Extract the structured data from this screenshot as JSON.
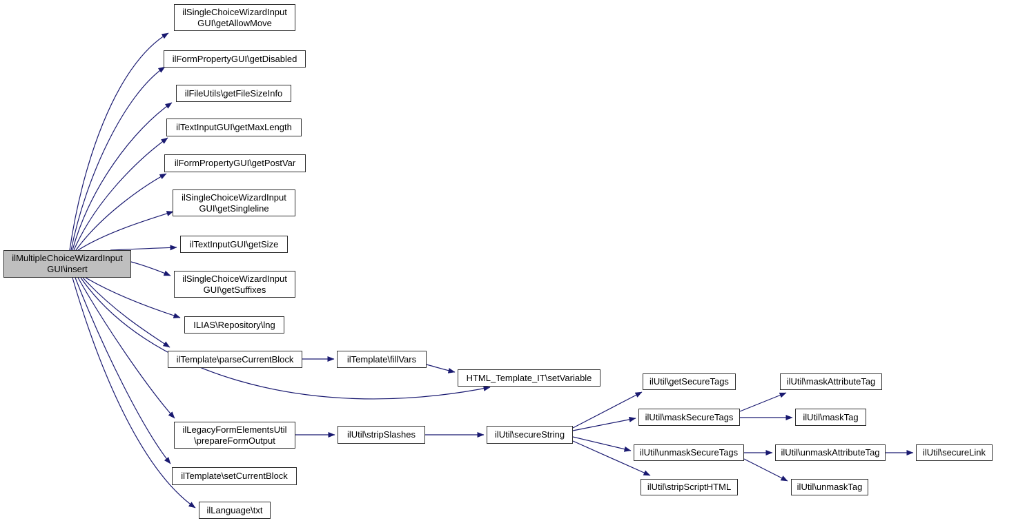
{
  "diagram": {
    "type": "doxygen-call-graph",
    "colors": {
      "edge": "#191970",
      "node_fill": "#ffffff",
      "node_border": "#2e2e2e",
      "root_fill": "#bfbfbf",
      "text": "#000000",
      "background": "#ffffff"
    },
    "root_id": "insert",
    "nodes": {
      "insert": {
        "lines": [
          "ilMultipleChoiceWizardInput",
          "GUI\\insert"
        ]
      },
      "getAllowMove": {
        "lines": [
          "ilSingleChoiceWizardInput",
          "GUI\\getAllowMove"
        ]
      },
      "getDisabled": {
        "lines": [
          "ilFormPropertyGUI\\getDisabled"
        ]
      },
      "getFileSizeInfo": {
        "lines": [
          "ilFileUtils\\getFileSizeInfo"
        ]
      },
      "getMaxLength": {
        "lines": [
          "ilTextInputGUI\\getMaxLength"
        ]
      },
      "getPostVar": {
        "lines": [
          "ilFormPropertyGUI\\getPostVar"
        ]
      },
      "getSingleline": {
        "lines": [
          "ilSingleChoiceWizardInput",
          "GUI\\getSingleline"
        ]
      },
      "getSize": {
        "lines": [
          "ilTextInputGUI\\getSize"
        ]
      },
      "getSuffixes": {
        "lines": [
          "ilSingleChoiceWizardInput",
          "GUI\\getSuffixes"
        ]
      },
      "lng": {
        "lines": [
          "ILIAS\\Repository\\lng"
        ]
      },
      "parseCurrentBlock": {
        "lines": [
          "ilTemplate\\parseCurrentBlock"
        ]
      },
      "fillVars": {
        "lines": [
          "ilTemplate\\fillVars"
        ]
      },
      "setVariable": {
        "lines": [
          "HTML_Template_IT\\setVariable"
        ]
      },
      "prepareFormOutput": {
        "lines": [
          "ilLegacyFormElementsUtil",
          "\\prepareFormOutput"
        ]
      },
      "setCurrentBlock": {
        "lines": [
          "ilTemplate\\setCurrentBlock"
        ]
      },
      "txt": {
        "lines": [
          "ilLanguage\\txt"
        ]
      },
      "stripSlashes": {
        "lines": [
          "ilUtil\\stripSlashes"
        ]
      },
      "secureString": {
        "lines": [
          "ilUtil\\secureString"
        ]
      },
      "getSecureTags": {
        "lines": [
          "ilUtil\\getSecureTags"
        ]
      },
      "maskSecureTags": {
        "lines": [
          "ilUtil\\maskSecureTags"
        ]
      },
      "maskAttributeTag": {
        "lines": [
          "ilUtil\\maskAttributeTag"
        ]
      },
      "maskTag": {
        "lines": [
          "ilUtil\\maskTag"
        ]
      },
      "unmaskSecureTags": {
        "lines": [
          "ilUtil\\unmaskSecureTags"
        ]
      },
      "unmaskAttributeTag": {
        "lines": [
          "ilUtil\\unmaskAttributeTag"
        ]
      },
      "secureLink": {
        "lines": [
          "ilUtil\\secureLink"
        ]
      },
      "stripScriptHTML": {
        "lines": [
          "ilUtil\\stripScriptHTML"
        ]
      },
      "unmaskTag": {
        "lines": [
          "ilUtil\\unmaskTag"
        ]
      }
    },
    "edges": [
      {
        "from": "insert",
        "to": "getAllowMove"
      },
      {
        "from": "insert",
        "to": "getDisabled"
      },
      {
        "from": "insert",
        "to": "getFileSizeInfo"
      },
      {
        "from": "insert",
        "to": "getMaxLength"
      },
      {
        "from": "insert",
        "to": "getPostVar"
      },
      {
        "from": "insert",
        "to": "getSingleline"
      },
      {
        "from": "insert",
        "to": "getSize"
      },
      {
        "from": "insert",
        "to": "getSuffixes"
      },
      {
        "from": "insert",
        "to": "lng"
      },
      {
        "from": "insert",
        "to": "parseCurrentBlock"
      },
      {
        "from": "insert",
        "to": "setVariable"
      },
      {
        "from": "insert",
        "to": "prepareFormOutput"
      },
      {
        "from": "insert",
        "to": "setCurrentBlock"
      },
      {
        "from": "insert",
        "to": "txt"
      },
      {
        "from": "parseCurrentBlock",
        "to": "fillVars"
      },
      {
        "from": "fillVars",
        "to": "setVariable"
      },
      {
        "from": "prepareFormOutput",
        "to": "stripSlashes"
      },
      {
        "from": "stripSlashes",
        "to": "secureString"
      },
      {
        "from": "secureString",
        "to": "getSecureTags"
      },
      {
        "from": "secureString",
        "to": "maskSecureTags"
      },
      {
        "from": "secureString",
        "to": "unmaskSecureTags"
      },
      {
        "from": "secureString",
        "to": "stripScriptHTML"
      },
      {
        "from": "maskSecureTags",
        "to": "maskAttributeTag"
      },
      {
        "from": "maskSecureTags",
        "to": "maskTag"
      },
      {
        "from": "unmaskSecureTags",
        "to": "unmaskAttributeTag"
      },
      {
        "from": "unmaskSecureTags",
        "to": "unmaskTag"
      },
      {
        "from": "unmaskAttributeTag",
        "to": "secureLink"
      }
    ]
  }
}
